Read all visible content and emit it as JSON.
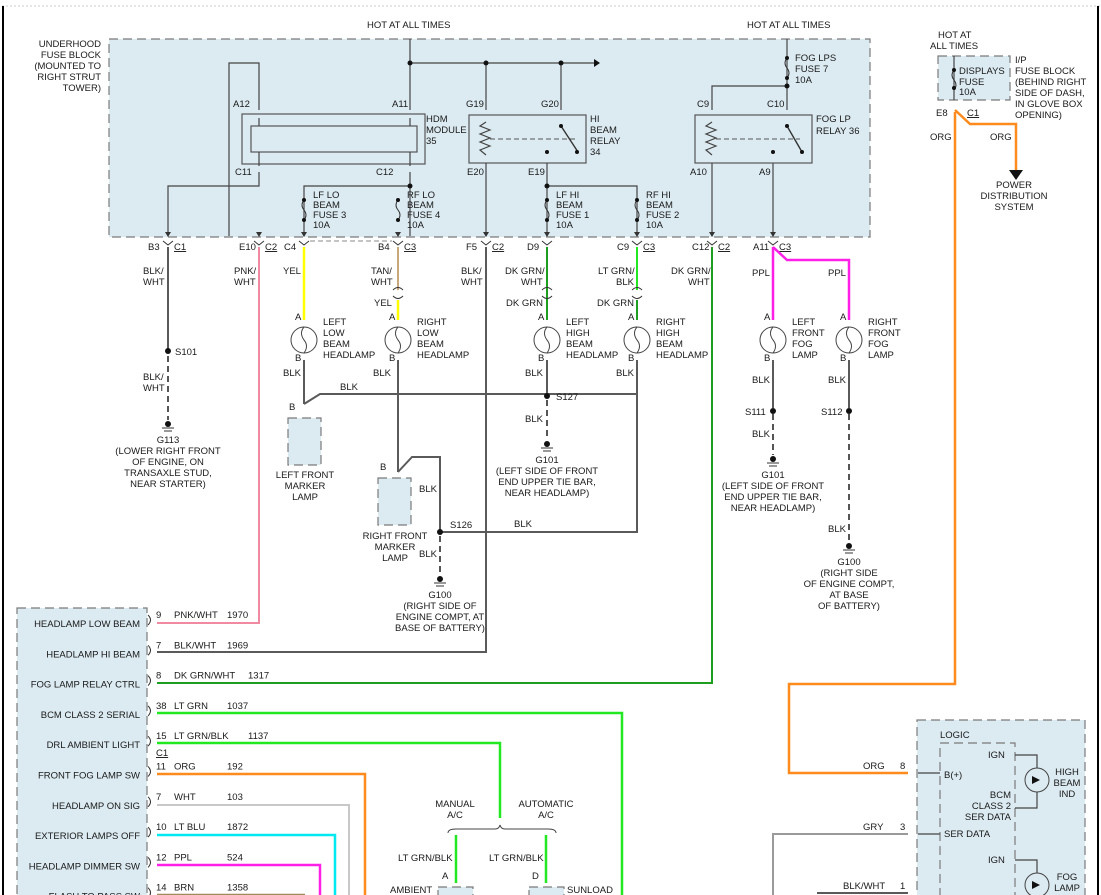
{
  "title": "Headlamps / Fog Lamps Wiring Schematic",
  "colors": {
    "pink": "#f08aa0",
    "yellow": "#ffff00",
    "tan": "#c8a878",
    "blk": "#5a5a5a",
    "dk_grn": "#1e9e1e",
    "lt_grn": "#22e822",
    "ppl": "#ff20e8",
    "org": "#ff8a1e",
    "lt_blu": "#00e8f0",
    "wht": "#c8c8c8",
    "brn": "#a08a58",
    "gry": "#9a9a9a",
    "fuse_block_fill": "#dcebf2"
  },
  "power_labels": {
    "hot_left": "HOT AT ALL TIMES",
    "hot_mid": "HOT AT ALL TIMES",
    "hot_right_1": "HOT AT",
    "hot_right_2": "ALL TIMES"
  },
  "underhood_fuse_block": {
    "label": [
      "UNDERHOOD",
      "FUSE BLOCK",
      "(MOUNTED TO",
      "RIGHT STRUT",
      "TOWER)"
    ],
    "hdm_module": [
      "HDM",
      "MODULE",
      "35"
    ],
    "hi_beam_relay": [
      "HI",
      "BEAM",
      "RELAY",
      "34"
    ],
    "fog_lp_relay": [
      "FOG LP",
      "RELAY 36"
    ],
    "fog_lps_fuse": [
      "FOG LPS",
      "FUSE 7",
      "10A"
    ],
    "fuses": [
      {
        "lines": [
          "LF LO",
          "BEAM",
          "FUSE 3",
          "10A"
        ]
      },
      {
        "lines": [
          "RF LO",
          "BEAM",
          "FUSE 4",
          "10A"
        ]
      },
      {
        "lines": [
          "LF HI",
          "BEAM",
          "FUSE 1",
          "10A"
        ]
      },
      {
        "lines": [
          "RF HI",
          "BEAM",
          "FUSE 2",
          "10A"
        ]
      }
    ],
    "pins": {
      "a12": "A12",
      "a11": "A11",
      "c11": "C11",
      "c12": "C12",
      "g19": "G19",
      "g20": "G20",
      "e20": "E20",
      "e19": "E19",
      "c9": "C9",
      "c10": "C10",
      "a10": "A10",
      "a9": "A9"
    },
    "connectors": [
      {
        "pin": "B3",
        "conn": "C1"
      },
      {
        "pin": "E10",
        "conn": "C2"
      },
      {
        "pin": "C4",
        "conn": ""
      },
      {
        "pin": "B4",
        "conn": "C3"
      },
      {
        "pin": "F5",
        "conn": "C2"
      },
      {
        "pin": "D9",
        "conn": ""
      },
      {
        "pin": "C9",
        "conn": "C3"
      },
      {
        "pin": "C12",
        "conn": "C2"
      },
      {
        "pin": "A11",
        "conn": "C3"
      }
    ]
  },
  "ip_fuse_block": {
    "label": [
      "I/P",
      "FUSE BLOCK",
      "(BEHIND RIGHT",
      "SIDE OF DASH,",
      "IN GLOVE BOX",
      "OPENING)"
    ],
    "fuse": [
      "DISPLAYS",
      "FUSE",
      "10A"
    ],
    "pin": "E8",
    "conn": "C1",
    "wire_left": "ORG",
    "wire_right": "ORG",
    "destination": [
      "POWER",
      "DISTRIBUTION",
      "SYSTEM"
    ]
  },
  "wires": {
    "blk_wht": [
      "BLK/",
      "WHT"
    ],
    "pnk_wht": [
      "PNK/",
      "WHT"
    ],
    "yel": "YEL",
    "tan_wht": [
      "TAN/",
      "WHT"
    ],
    "dk_grn_wht": [
      "DK GRN/",
      "WHT"
    ],
    "lt_grn_blk": [
      "LT GRN/",
      "BLK"
    ],
    "dk_grn": "DK GRN",
    "blk": "BLK",
    "ppl": "PPL"
  },
  "lamps": [
    {
      "name": [
        "LEFT",
        "LOW",
        "BEAM",
        "HEADLAMP"
      ],
      "pin_a": "A",
      "pin_b": "B"
    },
    {
      "name": [
        "RIGHT",
        "LOW",
        "BEAM",
        "HEADLAMP"
      ],
      "pin_a": "A",
      "pin_b": "B"
    },
    {
      "name": [
        "LEFT",
        "HIGH",
        "BEAM",
        "HEADLAMP"
      ],
      "pin_a": "A",
      "pin_b": "B"
    },
    {
      "name": [
        "RIGHT",
        "HIGH",
        "BEAM",
        "HEADLAMP"
      ],
      "pin_a": "A",
      "pin_b": "B"
    },
    {
      "name": [
        "LEFT",
        "FRONT",
        "FOG",
        "LAMP"
      ],
      "pin_a": "A",
      "pin_b": "B"
    },
    {
      "name": [
        "RIGHT",
        "FRONT",
        "FOG",
        "LAMP"
      ],
      "pin_a": "A",
      "pin_b": "B"
    }
  ],
  "marker_lamps": {
    "left": [
      "LEFT FRONT",
      "MARKER",
      "LAMP"
    ],
    "right": [
      "RIGHT FRONT",
      "MARKER",
      "LAMP"
    ],
    "pin": "B"
  },
  "splices": {
    "s101": "S101",
    "s127": "S127",
    "s126": "S126",
    "s111": "S111",
    "s112": "S112"
  },
  "grounds": {
    "g113": [
      "G113",
      "(LOWER RIGHT FRONT",
      "OF ENGINE, ON",
      "TRANSAXLE STUD,",
      "NEAR STARTER)"
    ],
    "g101_a": [
      "G101",
      "(LEFT SIDE OF FRONT",
      "END UPPER TIE BAR,",
      "NEAR HEADLAMP)"
    ],
    "g100_a": [
      "G100",
      "(RIGHT SIDE OF",
      "ENGINE COMPT, AT",
      "BASE OF BATTERY)"
    ],
    "g101_b": [
      "G101",
      "(LEFT SIDE OF FRONT",
      "END UPPER TIE BAR,",
      "NEAR HEADLAMP)"
    ],
    "g100_b": [
      "G100",
      "(RIGHT SIDE",
      "OF ENGINE COMPT,",
      "AT BASE",
      "OF BATTERY)"
    ]
  },
  "bcm": {
    "connector": "C1",
    "rows": [
      {
        "label": "HEADLAMP LOW BEAM",
        "pin": "9",
        "wire": "PNK/WHT",
        "circuit": "1970"
      },
      {
        "label": "HEADLAMP HI BEAM",
        "pin": "7",
        "wire": "BLK/WHT",
        "circuit": "1969"
      },
      {
        "label": "FOG LAMP RELAY CTRL",
        "pin": "8",
        "wire": "DK GRN/WHT",
        "circuit": "1317"
      },
      {
        "label": "BCM CLASS 2 SERIAL",
        "pin": "38",
        "wire": "LT GRN",
        "circuit": "1037"
      },
      {
        "label": "DRL AMBIENT LIGHT",
        "pin": "15",
        "wire": "LT GRN/BLK",
        "circuit": "1137"
      },
      {
        "label": "FRONT FOG LAMP SW",
        "pin": "11",
        "wire": "ORG",
        "circuit": "192"
      },
      {
        "label": "HEADLAMP ON SIG",
        "pin": "7",
        "wire": "WHT",
        "circuit": "103"
      },
      {
        "label": "EXTERIOR LAMPS OFF",
        "pin": "10",
        "wire": "LT BLU",
        "circuit": "1872"
      },
      {
        "label": "HEADLAMP DIMMER SW",
        "pin": "12",
        "wire": "PPL",
        "circuit": "524"
      },
      {
        "label": "FLASH TO PASS SW",
        "pin": "14",
        "wire": "BRN",
        "circuit": "1358"
      }
    ]
  },
  "ac_options": {
    "manual": [
      "MANUAL",
      "A/C"
    ],
    "automatic": [
      "AUTOMATIC",
      "A/C"
    ],
    "wire_left": "LT GRN/BLK",
    "wire_right": "LT GRN/BLK",
    "pin_left": "A",
    "pin_right": "D",
    "ambient": "AMBIENT",
    "sunload": "SUNLOAD"
  },
  "cluster": {
    "logic": "LOGIC",
    "rows": [
      {
        "wire": "ORG",
        "pin": "8",
        "signal": "B(+)"
      },
      {
        "wire": "GRY",
        "pin": "3",
        "signal": "SER DATA"
      },
      {
        "wire": "BLK/WHT",
        "pin": "1",
        "signal": ""
      }
    ],
    "ign": "IGN",
    "bcm_data": [
      "BCM",
      "CLASS 2",
      "SER DATA"
    ],
    "high_beam_ind": [
      "HIGH",
      "BEAM",
      "IND"
    ],
    "fog_lamp": [
      "FOG",
      "LAMP"
    ]
  }
}
